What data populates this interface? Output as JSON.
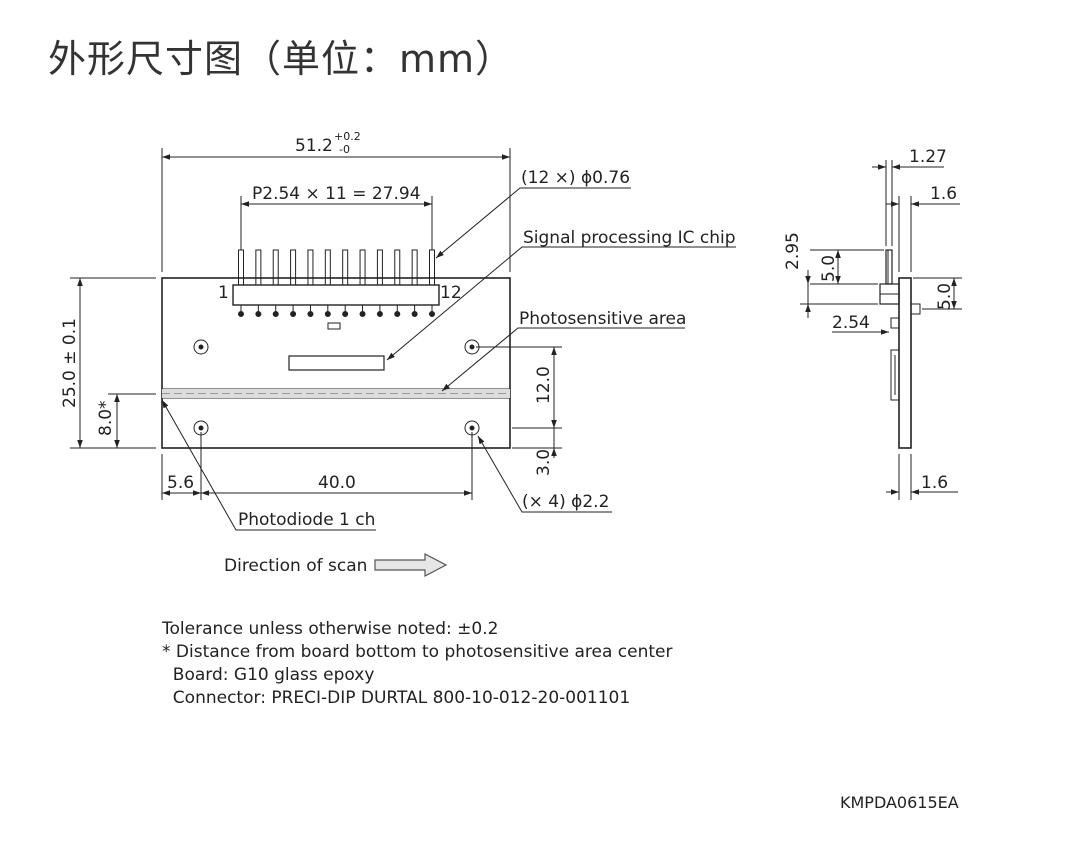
{
  "title": "外形尺寸图（单位：mm）",
  "front_view": {
    "width_main": "51.2",
    "width_tol_plus": "+0.2",
    "width_tol_minus": "-0",
    "pin_count_dia": "(12 ×) ϕ0.76",
    "pitch": "P2.54 × 11 = 27.94",
    "ic_chip": "Signal processing IC chip",
    "pin_first": "1",
    "pin_last": "12",
    "photosensitive": "Photosensitive area",
    "height": "25.0 ± 0.1",
    "center_dist": "8.0*",
    "dim_12": "12.0",
    "dim_3": "3.0",
    "dim_5_6": "5.6",
    "dim_40": "40.0",
    "holes": "(× 4) ϕ2.2",
    "photodiode": "Photodiode 1 ch",
    "scan": "Direction of scan"
  },
  "side_view": {
    "dim_1_27": "1.27",
    "dim_1_6_top": "1.6",
    "dim_2_95": "2.95",
    "dim_5_0_left": "5.0",
    "dim_5_0_right": "5.0",
    "dim_2_54": "2.54",
    "dim_1_6_bottom": "1.6"
  },
  "notes": [
    "Tolerance unless otherwise noted: ±0.2",
    "* Distance from board bottom to photosensitive area center",
    "  Board: G10 glass epoxy",
    "  Connector: PRECI-DIP DURTAL 800-10-012-20-001101"
  ],
  "drawing_code": "KMPDA0615EA",
  "colors": {
    "line": "#222222",
    "arrow_fill": "#e6e6e6"
  }
}
